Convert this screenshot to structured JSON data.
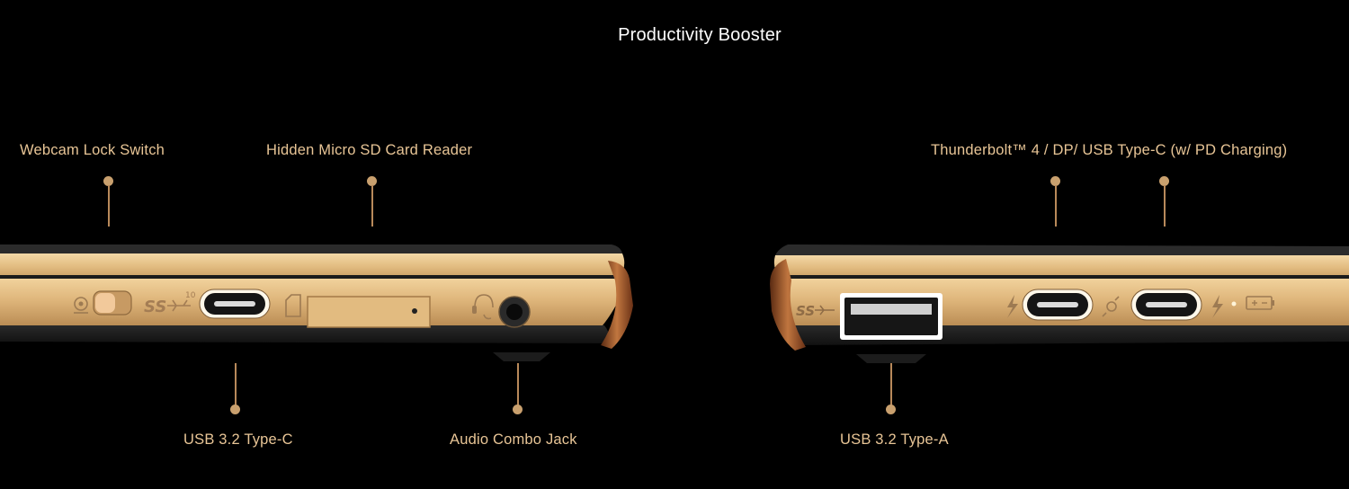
{
  "page": {
    "title": "Productivity Booster"
  },
  "callouts": {
    "webcam_lock_switch": "Webcam Lock Switch",
    "micro_sd_reader": "Hidden Micro SD Card Reader",
    "thunderbolt": "Thunderbolt™ 4 / DP/ USB Type-C (w/ PD Charging)",
    "usb_c_left": "USB 3.2 Type-C",
    "audio_jack": "Audio Combo Jack",
    "usb_a": "USB 3.2 Type-A"
  },
  "port_markings": {
    "left_ss_logo": "SS",
    "left_ss_gen": "10",
    "right_ss_logo": "SS"
  },
  "colors": {
    "background": "#000000",
    "gold": "#d9b077",
    "label": "#e8c596",
    "title": "#ffffff"
  }
}
